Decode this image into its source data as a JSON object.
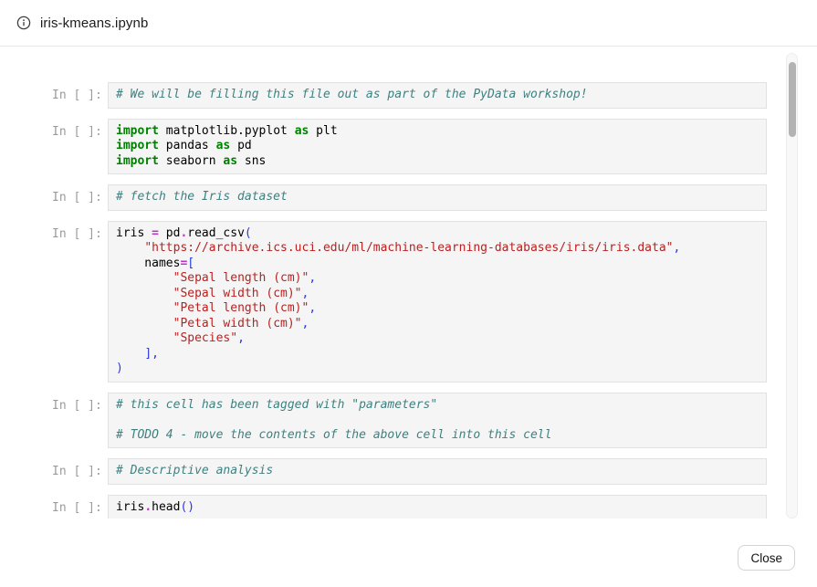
{
  "header": {
    "title": "iris-kmeans.ipynb"
  },
  "notebook": {
    "prompt": "In [ ]:",
    "cells": [
      {
        "lines": [
          [
            [
              "com",
              "# We will be filling this file out as part of the PyData workshop!"
            ]
          ]
        ]
      },
      {
        "lines": [
          [
            [
              "kw",
              "import"
            ],
            [
              "txt",
              " matplotlib.pyplot "
            ],
            [
              "kw",
              "as"
            ],
            [
              "txt",
              " plt"
            ]
          ],
          [
            [
              "kw",
              "import"
            ],
            [
              "txt",
              " pandas "
            ],
            [
              "kw",
              "as"
            ],
            [
              "txt",
              " pd"
            ]
          ],
          [
            [
              "kw",
              "import"
            ],
            [
              "txt",
              " seaborn "
            ],
            [
              "kw",
              "as"
            ],
            [
              "txt",
              " sns"
            ]
          ]
        ]
      },
      {
        "lines": [
          [
            [
              "com",
              "# fetch the Iris dataset"
            ]
          ]
        ]
      },
      {
        "lines": [
          [
            [
              "txt",
              "iris "
            ],
            [
              "op",
              "="
            ],
            [
              "txt",
              " pd"
            ],
            [
              "op",
              "."
            ],
            [
              "txt",
              "read_csv"
            ],
            [
              "br",
              "("
            ]
          ],
          [
            [
              "txt",
              "    "
            ],
            [
              "str",
              "\"https://archive.ics.uci.edu/ml/machine-learning-databases/iris/iris.data\""
            ],
            [
              "br",
              ","
            ]
          ],
          [
            [
              "txt",
              "    names"
            ],
            [
              "op",
              "="
            ],
            [
              "br",
              "["
            ]
          ],
          [
            [
              "txt",
              "        "
            ],
            [
              "str",
              "\"Sepal length (cm)\""
            ],
            [
              "br",
              ","
            ]
          ],
          [
            [
              "txt",
              "        "
            ],
            [
              "str",
              "\"Sepal width (cm)\""
            ],
            [
              "br",
              ","
            ]
          ],
          [
            [
              "txt",
              "        "
            ],
            [
              "str",
              "\"Petal length (cm)\""
            ],
            [
              "br",
              ","
            ]
          ],
          [
            [
              "txt",
              "        "
            ],
            [
              "str",
              "\"Petal width (cm)\""
            ],
            [
              "br",
              ","
            ]
          ],
          [
            [
              "txt",
              "        "
            ],
            [
              "str",
              "\"Species\""
            ],
            [
              "br",
              ","
            ]
          ],
          [
            [
              "txt",
              "    "
            ],
            [
              "br",
              "],"
            ]
          ],
          [
            [
              "br",
              ")"
            ]
          ]
        ]
      },
      {
        "lines": [
          [
            [
              "com",
              "# this cell has been tagged with \"parameters\""
            ]
          ],
          [],
          [
            [
              "com",
              "# TODO 4 - move the contents of the above cell into this cell"
            ]
          ]
        ]
      },
      {
        "lines": [
          [
            [
              "com",
              "# Descriptive analysis"
            ]
          ]
        ]
      },
      {
        "lines": [
          [
            [
              "txt",
              "iris"
            ],
            [
              "op",
              "."
            ],
            [
              "txt",
              "head"
            ],
            [
              "br",
              "()"
            ]
          ]
        ]
      }
    ]
  },
  "footer": {
    "close_label": "Close"
  }
}
